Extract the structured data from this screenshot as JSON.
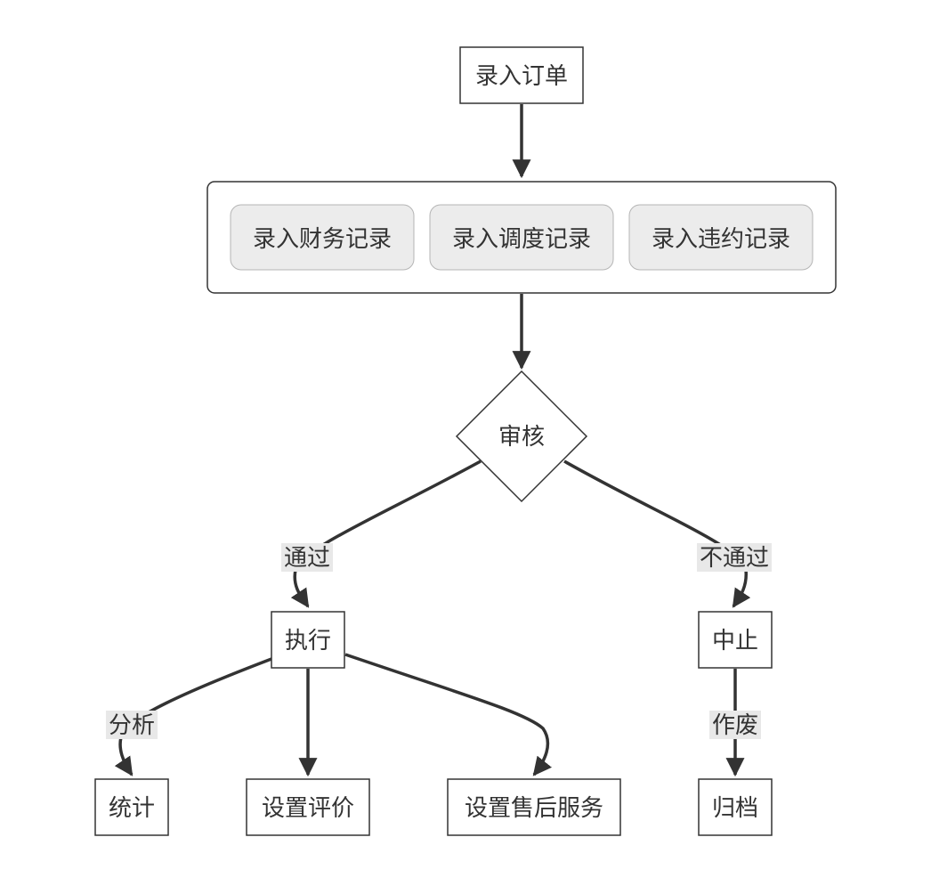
{
  "nodes": {
    "enter_order": "录入订单",
    "group": {
      "finance_record": "录入财务记录",
      "dispatch_record": "录入调度记录",
      "violation_record": "录入违约记录"
    },
    "review": "审核",
    "execute": "执行",
    "terminate": "中止",
    "statistics": "统计",
    "set_rating": "设置评价",
    "set_after_sales": "设置售后服务",
    "archive": "归档"
  },
  "edges": {
    "pass": "通过",
    "fail": "不通过",
    "analyze": "分析",
    "void": "作废"
  },
  "colors": {
    "stroke": "#333333",
    "sub_fill": "#ececec",
    "label_bg": "#e8e8e8",
    "background": "#ffffff"
  }
}
